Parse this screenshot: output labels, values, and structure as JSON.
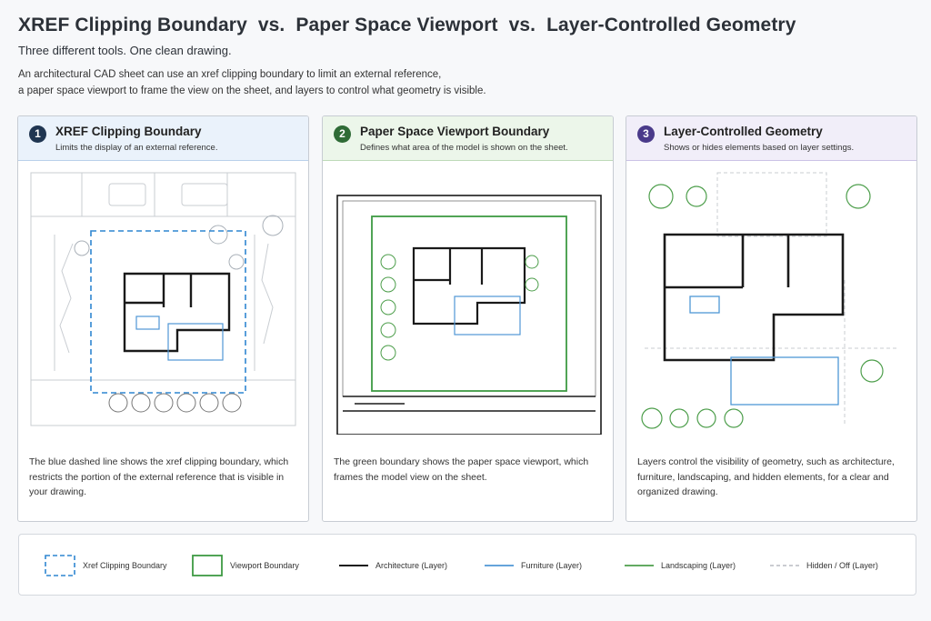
{
  "title": {
    "part1": "XREF Clipping Boundary",
    "vs1": "vs.",
    "part2": "Paper Space Viewport",
    "vs2": "vs.",
    "part3": "Layer-Controlled Geometry"
  },
  "subtitle": "Three different tools. One clean drawing.",
  "intro": {
    "line1": "An architectural CAD sheet can use an xref clipping boundary to limit an external reference,",
    "line2": "a paper space viewport to frame the view on the sheet, and layers to control what geometry is visible."
  },
  "panels": [
    {
      "number": "1",
      "title": "XREF Clipping Boundary",
      "description": "Limits the display of an external reference.",
      "caption": "The blue dashed line shows the xref clipping boundary, which restricts the portion of the external reference that is visible in your drawing."
    },
    {
      "number": "2",
      "title": "Paper Space Viewport Boundary",
      "description": "Defines what area of the model is shown on the sheet.",
      "caption": "The green boundary shows the paper space viewport, which frames the model view on the sheet."
    },
    {
      "number": "3",
      "title": "Layer-Controlled Geometry",
      "description": "Shows or hides elements based on layer settings.",
      "caption": "Layers control the visibility of geometry, such as architecture, furniture, landscaping, and hidden elements, for a clear and organized drawing."
    }
  ],
  "legend": [
    {
      "label": "Xref Clipping Boundary",
      "color": "#2f86d1",
      "kind": "dashed-box"
    },
    {
      "label": "Viewport Boundary",
      "color": "#3e9a43",
      "kind": "solid-box"
    },
    {
      "label": "Architecture (Layer)",
      "color": "#1a1a1a",
      "kind": "line"
    },
    {
      "label": "Furniture (Layer)",
      "color": "#4f97d6",
      "kind": "line"
    },
    {
      "label": "Landscaping (Layer)",
      "color": "#4d9e4b",
      "kind": "line"
    },
    {
      "label": "Hidden / Off (Layer)",
      "color": "#b8bcc2",
      "kind": "dashed-line"
    }
  ],
  "colors": {
    "architecture": "#1a1a1a",
    "furniture": "#4f97d6",
    "landscaping": "#4d9e4b",
    "hidden": "#b8bcc2",
    "xref_boundary": "#2f86d1",
    "viewport_boundary": "#3e9a43"
  }
}
